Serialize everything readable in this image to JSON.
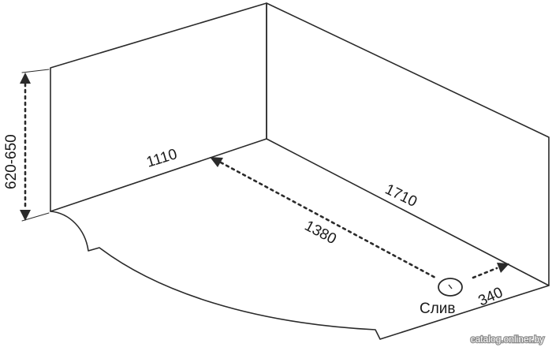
{
  "diagram": {
    "dimensions": {
      "short_side": "1110",
      "long_side": "1710",
      "inner_length": "1380",
      "drain_offset": "340",
      "height": "620-650"
    },
    "drain_label": "Слив"
  },
  "watermark": "catalog.onliner.by"
}
